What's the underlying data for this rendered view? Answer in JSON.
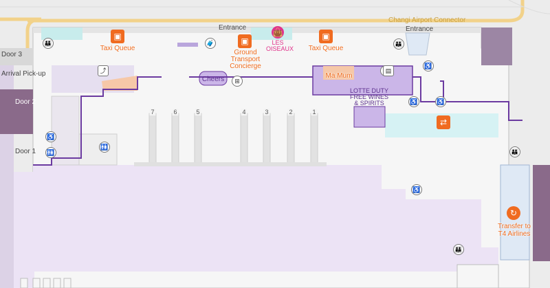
{
  "map_labels": {
    "road": "Changi Airport Connector",
    "entrance_left": "Entrance",
    "entrance_right": "Entrance",
    "door3": "Door 3",
    "arrival_pickup": "Arrival Pick-up",
    "door2": "Door 2",
    "door1": "Door 1",
    "taxi_queue_left": "Taxi Queue",
    "taxi_queue_right": "Taxi Queue",
    "ground_transport": "Ground Transport Concierge",
    "les_oiseaux": "LES OISEAUX",
    "cheers": "Cheers",
    "ma_mum": "Ma Mum",
    "lotte": "LOTTE DUTY FREE WINES & SPIRITS",
    "transfer_t4": "Transfer to T4 Airlines"
  },
  "belts": [
    "7",
    "6",
    "5",
    "4",
    "3",
    "2",
    "1"
  ],
  "icons": {
    "restroom": "restroom-icon",
    "accessible": "wheelchair-icon",
    "taxi": "taxi-icon",
    "baggage": "baggage-icon",
    "escalator": "escalator-icon",
    "transfer": "transfer-icon",
    "shopping": "shopping-bag-icon"
  },
  "colors": {
    "accent_orange": "#f06b20",
    "route_purple": "#6b3aa0",
    "shop_purple": "#cbb6e8",
    "background": "#ececec",
    "floor": "#f3eff7"
  }
}
